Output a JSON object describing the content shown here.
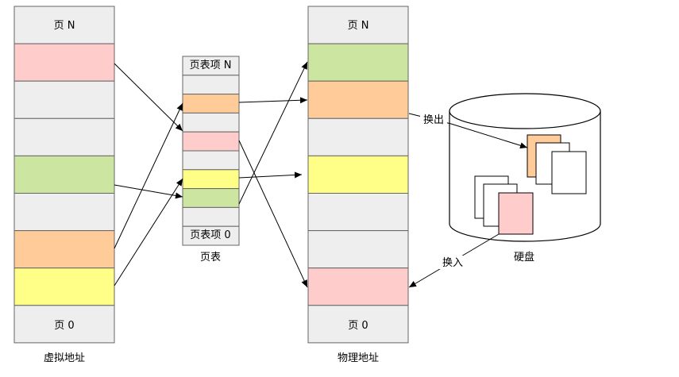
{
  "virtual": {
    "caption": "虚拟地址",
    "top_label": "页 N",
    "bottom_label": "页 0",
    "cells": [
      "label",
      "#ffcccc",
      "#eeeeee",
      "#eeeeee",
      "#cce5a0",
      "#eeeeee",
      "#ffcc99",
      "#ffff88",
      "label"
    ]
  },
  "page_table": {
    "caption": "页表",
    "top_label": "页表项 N",
    "bottom_label": "页表项 0",
    "cells": [
      "label",
      "#eeeeee",
      "#ffcc99",
      "#eeeeee",
      "#ffcccc",
      "#eeeeee",
      "#ffff88",
      "#cce5a0",
      "#eeeeee",
      "label"
    ]
  },
  "physical": {
    "caption": "物理地址",
    "top_label": "页 N",
    "bottom_label": "页 0",
    "cells": [
      "label",
      "#cce5a0",
      "#ffcc99",
      "#eeeeee",
      "#ffff88",
      "#eeeeee",
      "#eeeeee",
      "#ffcccc",
      "label"
    ]
  },
  "disk": {
    "caption": "硬盘",
    "swap_out_label": "换出",
    "swap_in_label": "换入",
    "colors": {
      "orange_page": "#ffcc99",
      "pink_page": "#ffcccc",
      "white_page": "#ffffff"
    }
  },
  "colors": {
    "border": "#666666",
    "gray_cell": "#eeeeee",
    "arrow": "#000000"
  }
}
